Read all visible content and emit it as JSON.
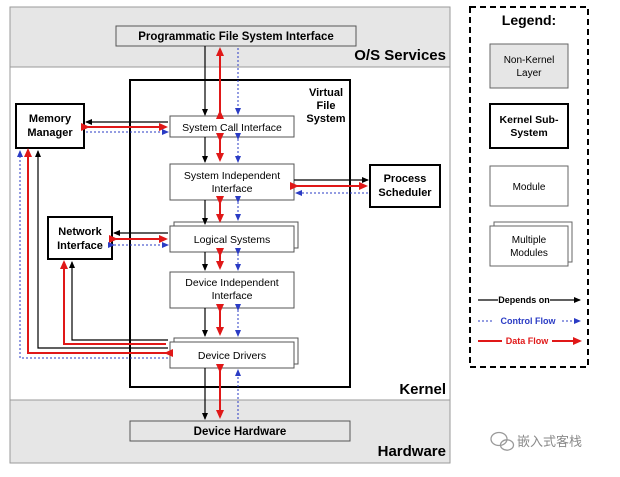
{
  "layers": {
    "os_services": "O/S Services",
    "kernel": "Kernel",
    "hardware": "Hardware"
  },
  "boxes": {
    "pfsi": "Programmatic File System Interface",
    "vfs": [
      "Virtual",
      "File",
      "System"
    ],
    "memory_manager": [
      "Memory",
      "Manager"
    ],
    "system_call_interface": "System Call Interface",
    "system_independent_interface": [
      "System Independent",
      "Interface"
    ],
    "process_scheduler": [
      "Process",
      "Scheduler"
    ],
    "network_interface": [
      "Network",
      "Interface"
    ],
    "logical_systems": "Logical Systems",
    "device_independent_interface": [
      "Device Independent",
      "Interface"
    ],
    "device_drivers": "Device Drivers",
    "device_hardware": "Device Hardware"
  },
  "legend": {
    "title": "Legend:",
    "non_kernel": [
      "Non-Kernel",
      "Layer"
    ],
    "kernel_sub": [
      "Kernel Sub-",
      "System"
    ],
    "module": "Module",
    "multiple": [
      "Multiple",
      "Modules"
    ],
    "depends_on": "Depends on",
    "control_flow": "Control Flow",
    "data_flow": "Data Flow"
  },
  "watermark": "嵌入式客栈",
  "colors": {
    "layer_fill": "#e6e6e6",
    "depends": "#000000",
    "control": "#2a3bc4",
    "data": "#e01818"
  }
}
